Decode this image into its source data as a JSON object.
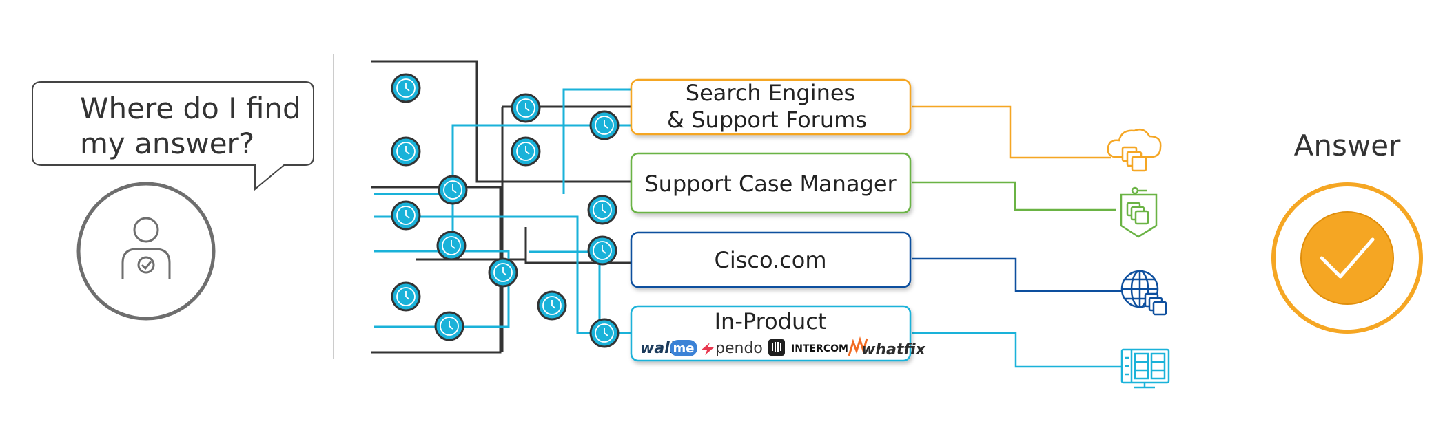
{
  "question": {
    "line1": "Where do I find",
    "line2": "my answer?"
  },
  "channels": [
    {
      "line1": "Search Engines",
      "line2": "& Support Forums",
      "color": "#f5a623",
      "icon": "cloud-stack-icon"
    },
    {
      "line1": "Support Case Manager",
      "line2": "",
      "color": "#6ab344",
      "icon": "shield-stack-icon"
    },
    {
      "line1": "Cisco.com",
      "line2": "",
      "color": "#0d4f9e",
      "icon": "globe-stack-icon"
    },
    {
      "line1": "In-Product",
      "line2": "",
      "color": "#1ab2d9",
      "icon": "dashboard-monitor-icon"
    }
  ],
  "in_product_vendors": [
    "walk",
    "me",
    "pendo",
    "INTERCOM",
    "whatfix"
  ],
  "answer": {
    "label": "Answer",
    "color": "#f5a623"
  },
  "colors": {
    "maze_dark": "#333333",
    "maze_blue": "#1ab2d9",
    "clock_fill": "#1ab2d9",
    "person_gray": "#6e6e6e",
    "divider": "#cccccc"
  }
}
